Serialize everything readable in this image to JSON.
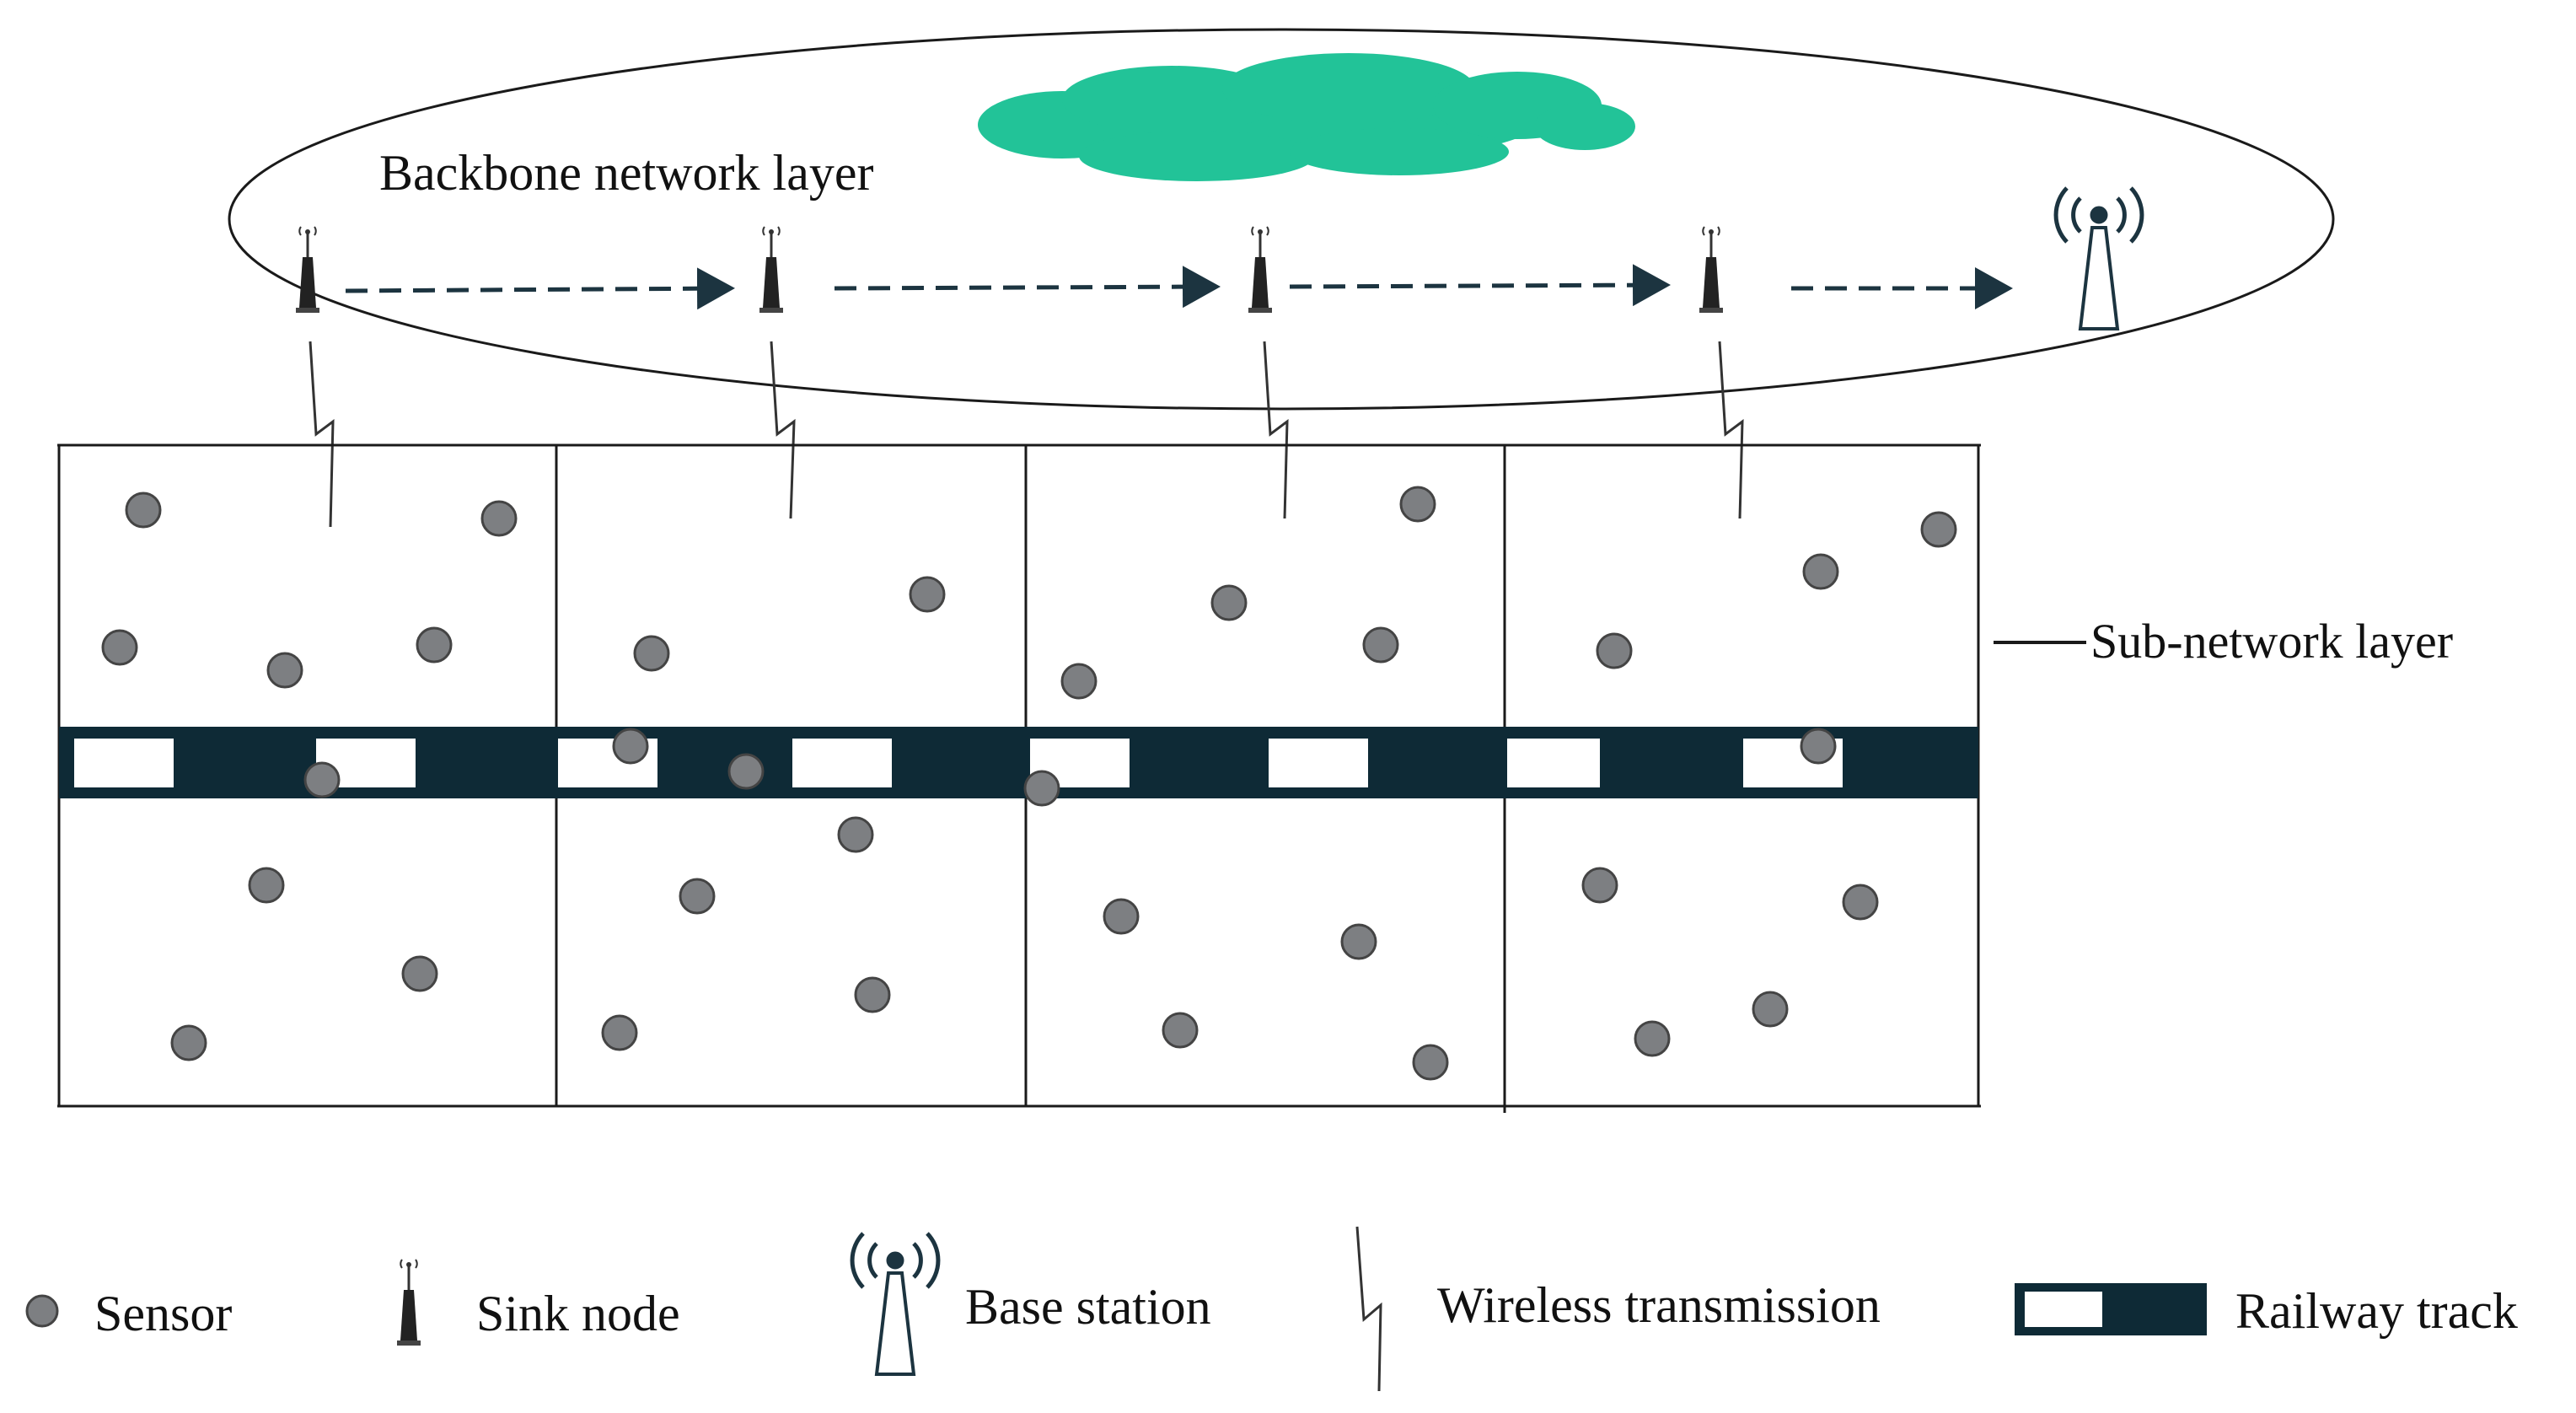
{
  "labels": {
    "backbone": "Backbone network layer",
    "subnetwork": "Sub-network layer"
  },
  "legend": [
    {
      "key": "sensor",
      "label": "Sensor"
    },
    {
      "key": "sink",
      "label": "Sink node"
    },
    {
      "key": "base",
      "label": "Base station"
    },
    {
      "key": "wireless",
      "label": "Wireless transmission"
    },
    {
      "key": "track",
      "label": "Railway track"
    }
  ],
  "colors": {
    "cloud": "#22c398",
    "sensor": "#7d7f82",
    "track": "#0e2a36",
    "arrow": "#1c3440",
    "line": "#1a1a1a"
  },
  "icons": {
    "cloud": "cloud-icon",
    "sink": "sink-node-icon",
    "base": "base-station-icon",
    "wireless": "wireless-transmission-icon",
    "sensor": "sensor-icon",
    "track": "railway-track-icon"
  }
}
